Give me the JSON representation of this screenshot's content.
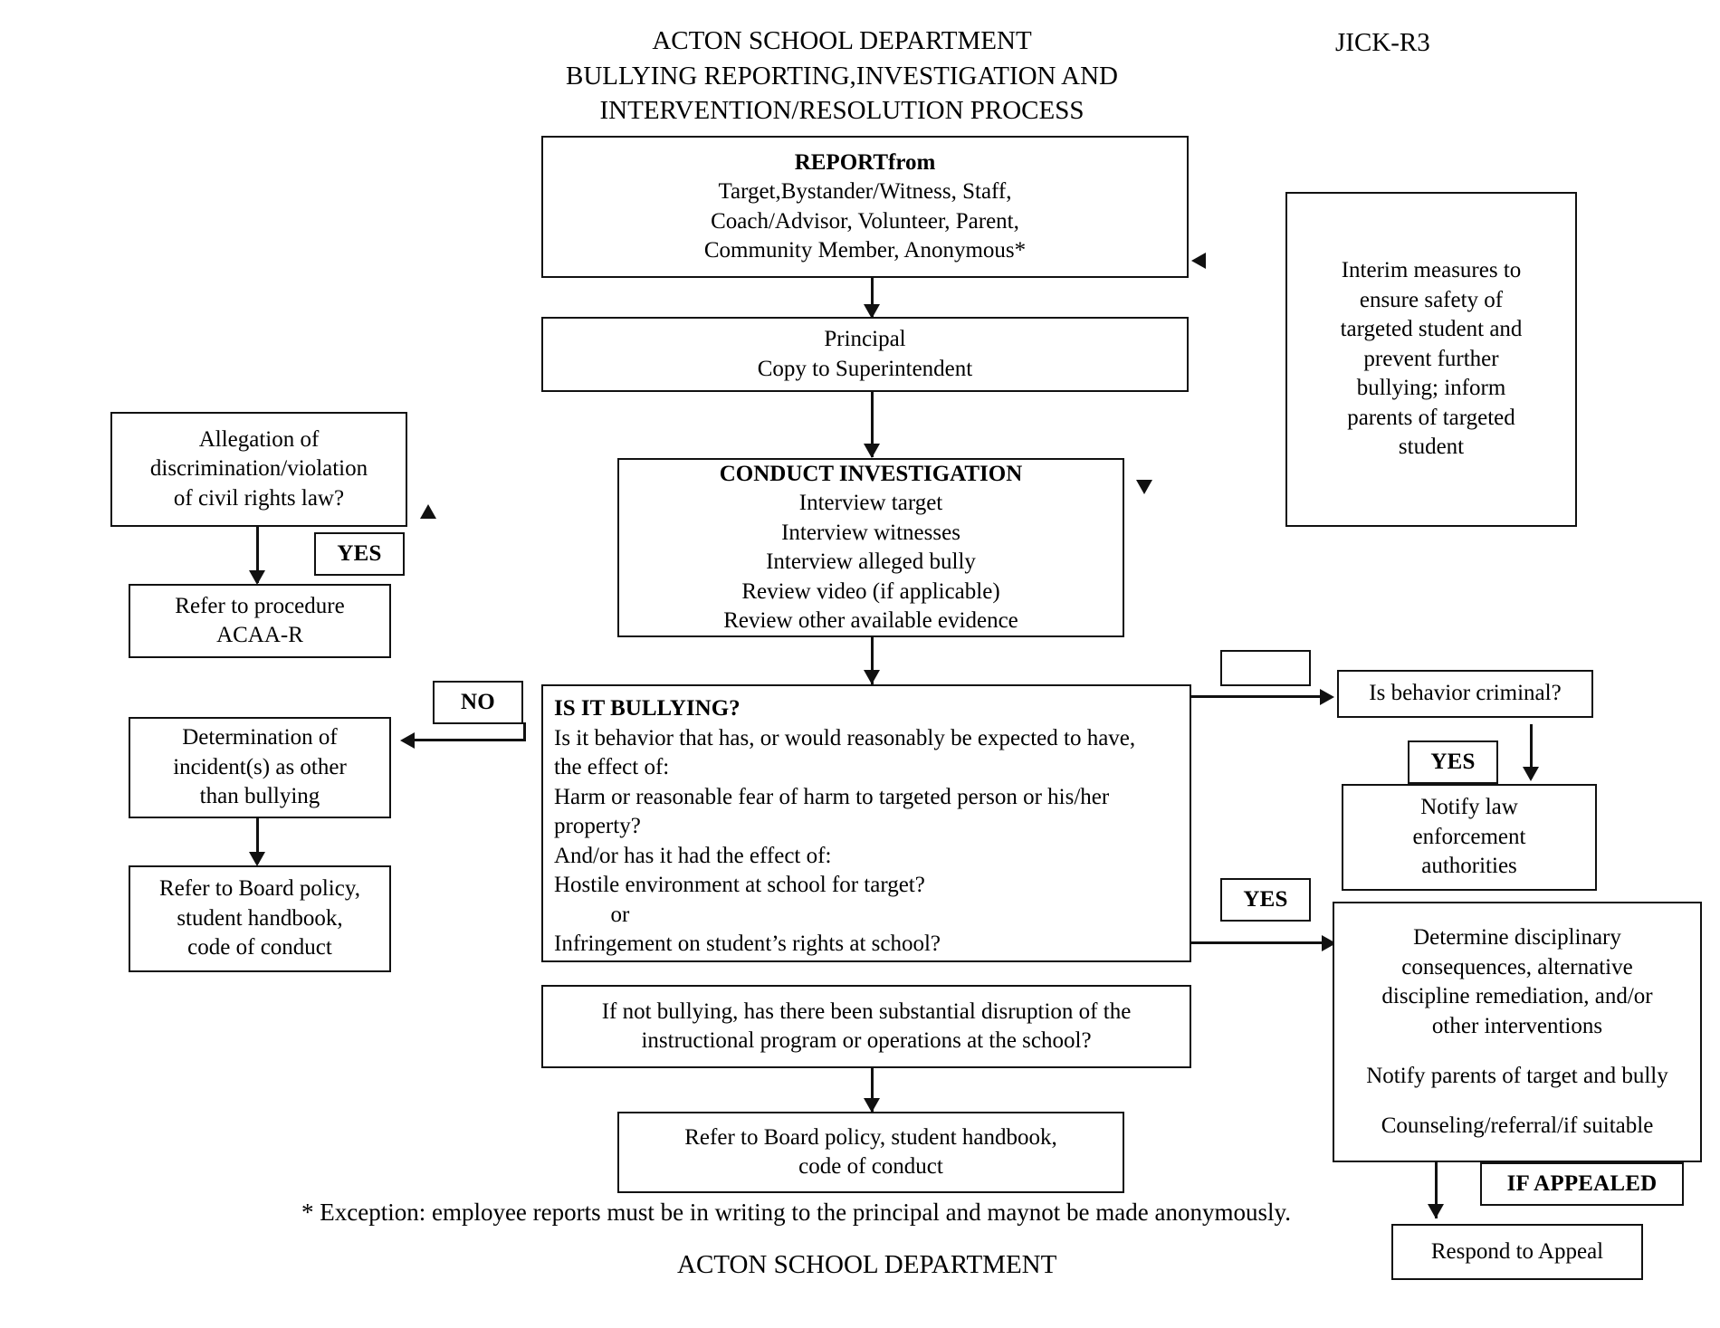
{
  "document": {
    "header": {
      "title_lines": [
        "ACTON SCHOOL DEPARTMENT",
        "BULLYING REPORTING,INVESTIGATION AND",
        "INTERVENTION/RESOLUTION PROCESS"
      ],
      "policy_code": "JICK-R3"
    },
    "footer": {
      "footnote": "* Exception: employee reports must be in writing to the principal and maynot be made anonymously.",
      "department": "ACTON SCHOOL DEPARTMENT"
    },
    "nodes": {
      "report": {
        "heading": "REPORTfrom",
        "lines": [
          "Target,Bystander/Witness, Staff,",
          "Coach/Advisor, Volunteer, Parent,",
          "Community Member, Anonymous*"
        ]
      },
      "principal": {
        "lines": [
          "Principal",
          "Copy to Superintendent"
        ]
      },
      "conduct_investigation": {
        "heading": "CONDUCT INVESTIGATION",
        "lines": [
          "Interview target",
          "Interview witnesses",
          "Interview alleged bully",
          "Review video (if applicable)",
          "Review other available evidence"
        ]
      },
      "interim_measures": {
        "lines": [
          "Interim measures to",
          "ensure safety of",
          "targeted student and",
          "prevent further",
          "bullying; inform",
          "parents of targeted",
          "student"
        ]
      },
      "allegation": {
        "lines": [
          "Allegation of",
          "discrimination/violation",
          "of civil rights law?"
        ]
      },
      "refer_acaa": {
        "lines": [
          "Refer to procedure",
          "ACAA-R"
        ]
      },
      "is_it_bullying": {
        "heading": "IS IT BULLYING?",
        "lines": [
          "Is it behavior that has, or would reasonably be expected to have,",
          "the effect of:",
          "Harm or reasonable fear of harm to targeted person or his/her",
          "property?",
          "And/or has it had the effect of:",
          "Hostile environment at school for target?",
          "          or",
          "Infringement on student’s rights at school?"
        ]
      },
      "determination_other": {
        "lines": [
          "Determination of",
          "incident(s) as other",
          "than bullying"
        ]
      },
      "refer_board_policy_left": {
        "lines": [
          "Refer to Board policy,",
          "student handbook,",
          "code of conduct"
        ]
      },
      "substantial_disruption": {
        "lines": [
          "If not bullying, has there been substantial disruption of the",
          "instructional program or operations at the school?"
        ]
      },
      "refer_board_policy_bottom": {
        "lines": [
          "Refer to Board policy, student handbook,",
          "code of conduct"
        ]
      },
      "empty_connector": {
        "lines": [
          ""
        ]
      },
      "is_behavior_criminal": {
        "lines": [
          "Is behavior criminal?"
        ]
      },
      "notify_law": {
        "lines": [
          "Notify law",
          "enforcement",
          "authorities"
        ]
      },
      "determine_discipline": {
        "lines": [
          "Determine disciplinary",
          "consequences, alternative",
          "discipline remediation, and/or",
          "other interventions"
        ],
        "line_notify_parents": "Notify parents of target and bully",
        "line_counseling": "Counseling/referral/if suitable"
      },
      "respond_to_appeal": {
        "lines": [
          "Respond to Appeal"
        ]
      }
    },
    "edge_labels": {
      "yes_allegation": "YES",
      "no_bullying": "NO",
      "yes_criminal": "YES",
      "yes_bullying": "YES",
      "if_appealed": "IF APPEALED"
    }
  }
}
